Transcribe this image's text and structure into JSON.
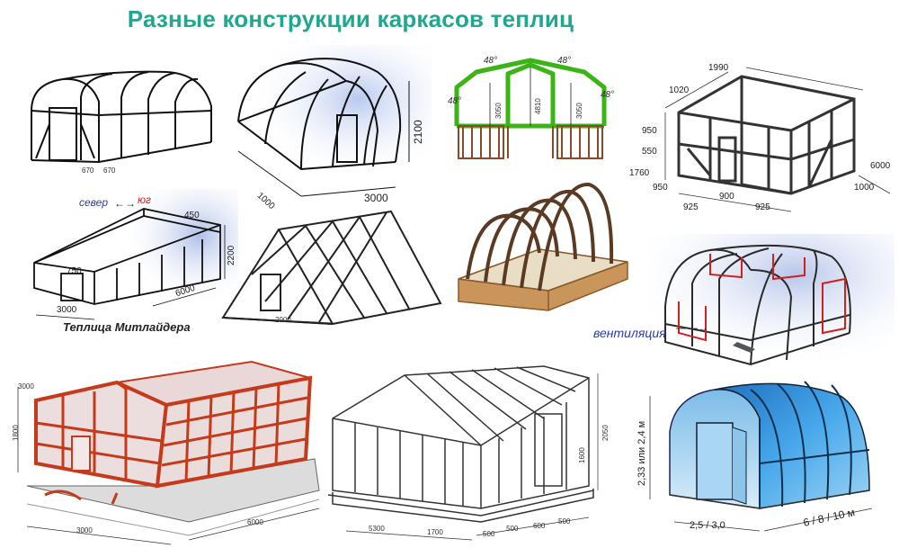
{
  "title": "Разные конструкции каркасов теплиц",
  "panels": {
    "arch1": {
      "dims": [
        "670",
        "670"
      ]
    },
    "arch2": {
      "dims": [
        "1000",
        "3000",
        "2100"
      ]
    },
    "gambrel": {
      "angles": [
        "48°",
        "48°",
        "48°",
        "48°"
      ],
      "heights": [
        "3050",
        "4810",
        "3050"
      ]
    },
    "frame": {
      "dims": [
        "1990",
        "1020",
        "950",
        "550",
        "1760",
        "950",
        "6000",
        "1000",
        "900",
        "925",
        "925"
      ]
    },
    "mitlider": {
      "north": "север",
      "south": "юг",
      "dims": [
        "450",
        "2200",
        "750",
        "3000",
        "6000"
      ],
      "caption": "Теплица Митлайдера"
    },
    "aframe": {
      "dims": [
        "2000"
      ]
    },
    "vent": {
      "label": "вентиляция"
    },
    "red": {
      "dims": [
        "3000",
        "1800",
        "3000",
        "6000"
      ]
    },
    "sketch": {
      "dims": [
        "5300",
        "1700",
        "500",
        "500",
        "600",
        "500",
        "1600",
        "2050"
      ]
    },
    "blue": {
      "height": "2,33 или 2,4 м",
      "length": "6 / 8 / 10 м",
      "width": "2,5 / 3,0"
    }
  },
  "colors": {
    "title": "#1fa88f",
    "green_frame": "#3ab515",
    "wood": "#c9955b",
    "red_frame": "#c53a1b",
    "blue_poly": "#3c9ee0",
    "vent_red": "#d02020"
  }
}
